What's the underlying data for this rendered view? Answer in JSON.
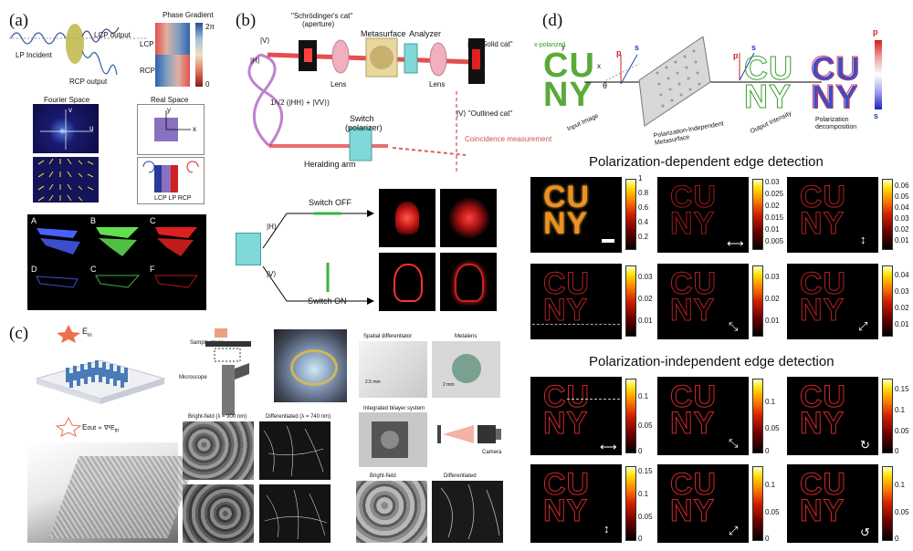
{
  "panel_a": {
    "label": "(a)",
    "lcp_output": "LCP output",
    "lp_incident": "LP Incident",
    "rcp_output": "RCP output",
    "phase_gradient": "Phase Gradient",
    "two_pi": "2π",
    "zero": "0",
    "lcp": "LCP",
    "rcp": "RCP",
    "fourier_space": "Fourier Space",
    "real_space": "Real Space",
    "axis_v": "v",
    "axis_u": "u",
    "axis_y": "y",
    "axis_x": "x",
    "lcp_lp_rcp": "LCP  LP  RCP",
    "sub_labels": [
      "A",
      "B",
      "C",
      "D",
      "C",
      "F"
    ]
  },
  "panel_b": {
    "label": "(b)",
    "schrodinger": "\"Schrödinger's cat\"",
    "aperture": "(aperture)",
    "metasurface": "Metasurface",
    "analyzer": "Analyzer",
    "lens1": "Lens",
    "lens2": "Lens",
    "ket_v": "|V⟩",
    "ket_h": "|H⟩",
    "solid_cat": "|H⟩ \"Solid cat\"",
    "outlined_cat": "|V⟩ \"Outlined cat\"",
    "entangled": "1/√2 (|HH⟩ + |VV⟩)",
    "switch": "Switch",
    "polarizer": "(polarizer)",
    "heralding_arm": "Heralding arm",
    "coincidence": "Coincidence measurement",
    "switch_off": "Switch OFF",
    "switch_on": "Switch ON",
    "ket_h2": "|H⟩",
    "ket_v2": "|V⟩"
  },
  "panel_c": {
    "label": "(c)",
    "e_in": "E",
    "e_in_sub": "in",
    "e_out": "E",
    "e_out_rest": "out ∝ ∇²E",
    "e_out_sub": "in",
    "sample_stage": "Sample stage",
    "microscope": "Microscope",
    "bright_field": "Bright-field (λ = 900 nm)",
    "differentiated": "Differentiated (λ = 740 nm)",
    "spatial_diff": "Spatial differentiator",
    "metalens": "Metalens",
    "integrated": "Integrated bilayer system",
    "camera": "Camera",
    "bright_field2": "Bright-field",
    "differentiated2": "Differentiated",
    "dim1": "2.5 mm",
    "dim2": "2 mm"
  },
  "panel_d": {
    "label": "(d)",
    "x_polarized": "x-polarized",
    "input_image": "Input Image",
    "metasurface": "Polarization-Independent Metasurface",
    "output_intensity": "Output Intensity",
    "pol_decomp": "Polarization decomposition",
    "p": "p",
    "s": "s",
    "theta": "θ",
    "axis_x": "x",
    "axis_y": "y",
    "cuny_top": "CU",
    "cuny_bottom": "NY",
    "title_dep": "Polarization-dependent edge detection",
    "title_indep": "Polarization-independent edge detection",
    "cb_dep": [
      [
        "1",
        "0.8",
        "0.6",
        "0.4",
        "0.2"
      ],
      [
        "0.03",
        "0.025",
        "0.02",
        "0.015",
        "0.01",
        "0.005"
      ],
      [
        "0.06",
        "0.05",
        "0.04",
        "0.03",
        "0.02",
        "0.01"
      ],
      [
        "0.03",
        "0.02",
        "0.01"
      ],
      [
        "0.03",
        "0.02",
        "0.01"
      ],
      [
        "0.04",
        "0.03",
        "0.02",
        "0.01"
      ]
    ],
    "cb_indep": [
      [
        "0.1",
        "0.05",
        "0"
      ],
      [
        "0.1",
        "0.05",
        "0"
      ],
      [
        "0.15",
        "0.1",
        "0.05",
        "0"
      ],
      [
        "0.15",
        "0.1",
        "0.05",
        "0"
      ],
      [
        "0.1",
        "0.05",
        "0"
      ],
      [
        "0.1",
        "0.05",
        "0"
      ]
    ],
    "arrows_dep": [
      "⟷",
      "↕",
      "⤡",
      "⤢"
    ],
    "arrows_indep": [
      "⟷",
      "⤡",
      "↻",
      "↕",
      "⤢",
      "↺"
    ]
  }
}
